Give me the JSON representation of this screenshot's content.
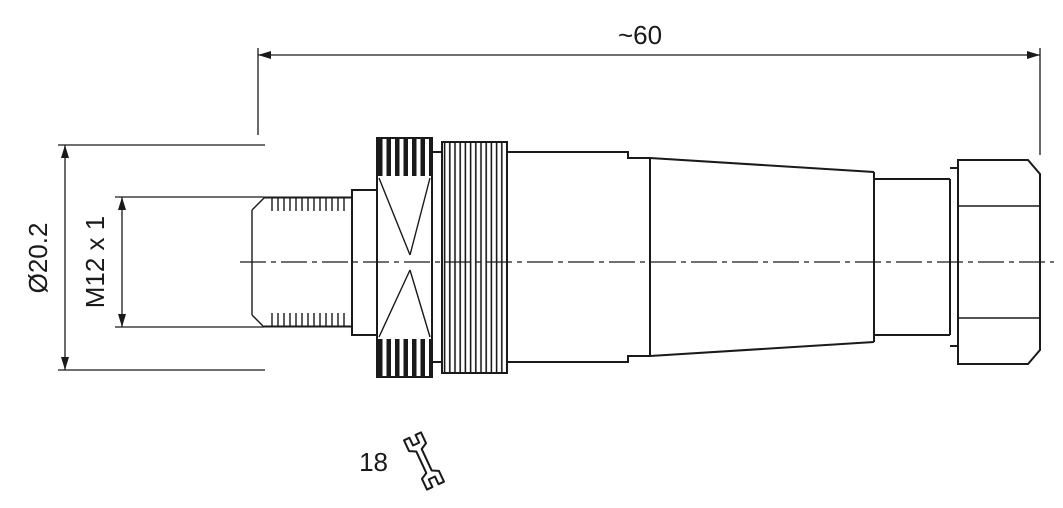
{
  "drawing": {
    "labels": {
      "overall_length": "~60",
      "outer_diameter": "Ø20.2",
      "thread_designation": "M12 x 1",
      "wrench_size": "18"
    },
    "colors": {
      "line": "#1a1a1a",
      "background": "#ffffff"
    }
  }
}
